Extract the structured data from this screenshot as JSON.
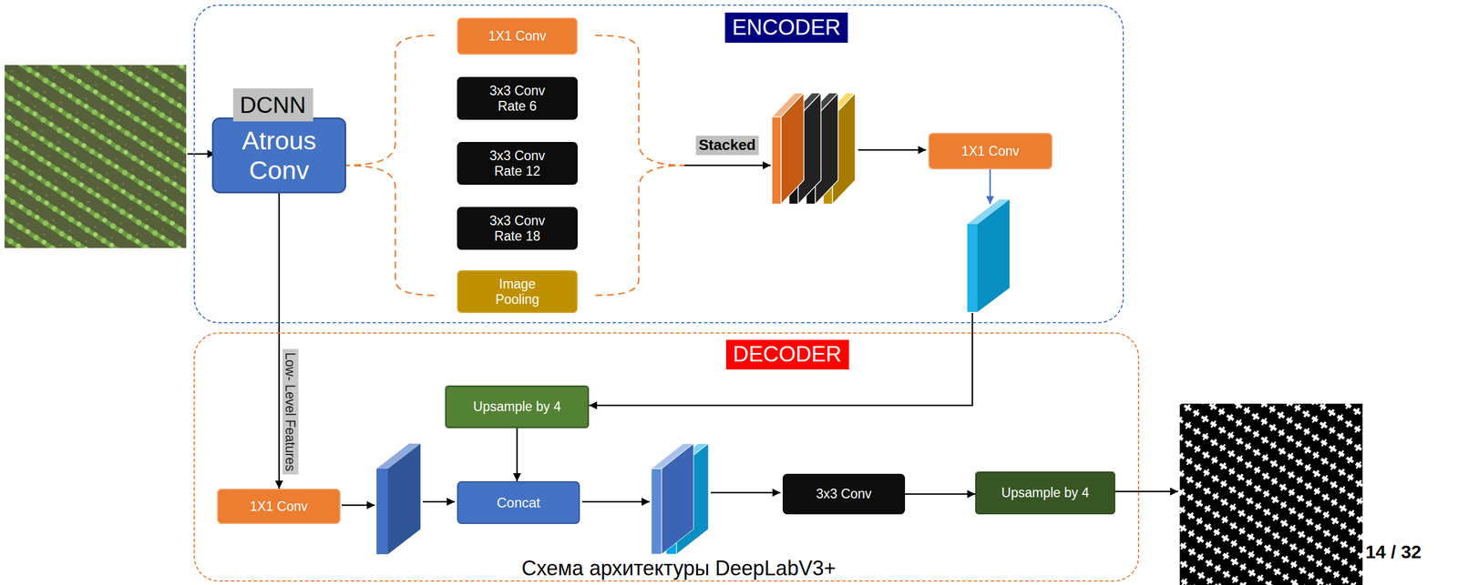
{
  "diagram": {
    "caption": "Схема архитектуры DeepLabV3+",
    "nodes": [
      {
        "text": [
          "ENCODER"
        ]
      },
      {
        "text": [
          "DCNN",
          "Atrous Conv"
        ],
        "in": 0
      },
      {
        "text": [
          "1X1 Conv"
        ],
        "in": 0
      },
      {
        "text": [
          "3x3 Conv Rate 6"
        ],
        "in": 0
      },
      {
        "text": [
          "3x3 Conv Rate 12"
        ],
        "in": 0
      },
      {
        "text": [
          "3x3 Conv Rate 18"
        ],
        "in": 0
      },
      {
        "text": [
          "Image Pooling"
        ],
        "in": 0
      },
      {
        "text": [
          "1X1 Conv"
        ],
        "in": 0
      },
      {
        "text": [
          "DECODER"
        ]
      },
      {
        "text": [
          "Upsample by 4"
        ],
        "in": 8
      },
      {
        "text": [
          "1X1 Conv"
        ],
        "in": 8
      },
      {
        "text": [
          "Concat"
        ],
        "in": 8
      },
      {
        "text": [
          "3x3 Conv"
        ],
        "in": 8
      },
      {
        "text": [
          "Upsample by 4"
        ],
        "in": 8
      }
    ],
    "edges": [
      {
        "from": 1,
        "to": 10,
        "arrow": "to",
        "label": "Low- Level Features"
      },
      {
        "from": 9,
        "to": 11,
        "arrow": "to"
      },
      {
        "from": 12,
        "to": 13,
        "arrow": "to"
      }
    ],
    "labels": [
      "Stacked",
      "14 / 32"
    ]
  }
}
